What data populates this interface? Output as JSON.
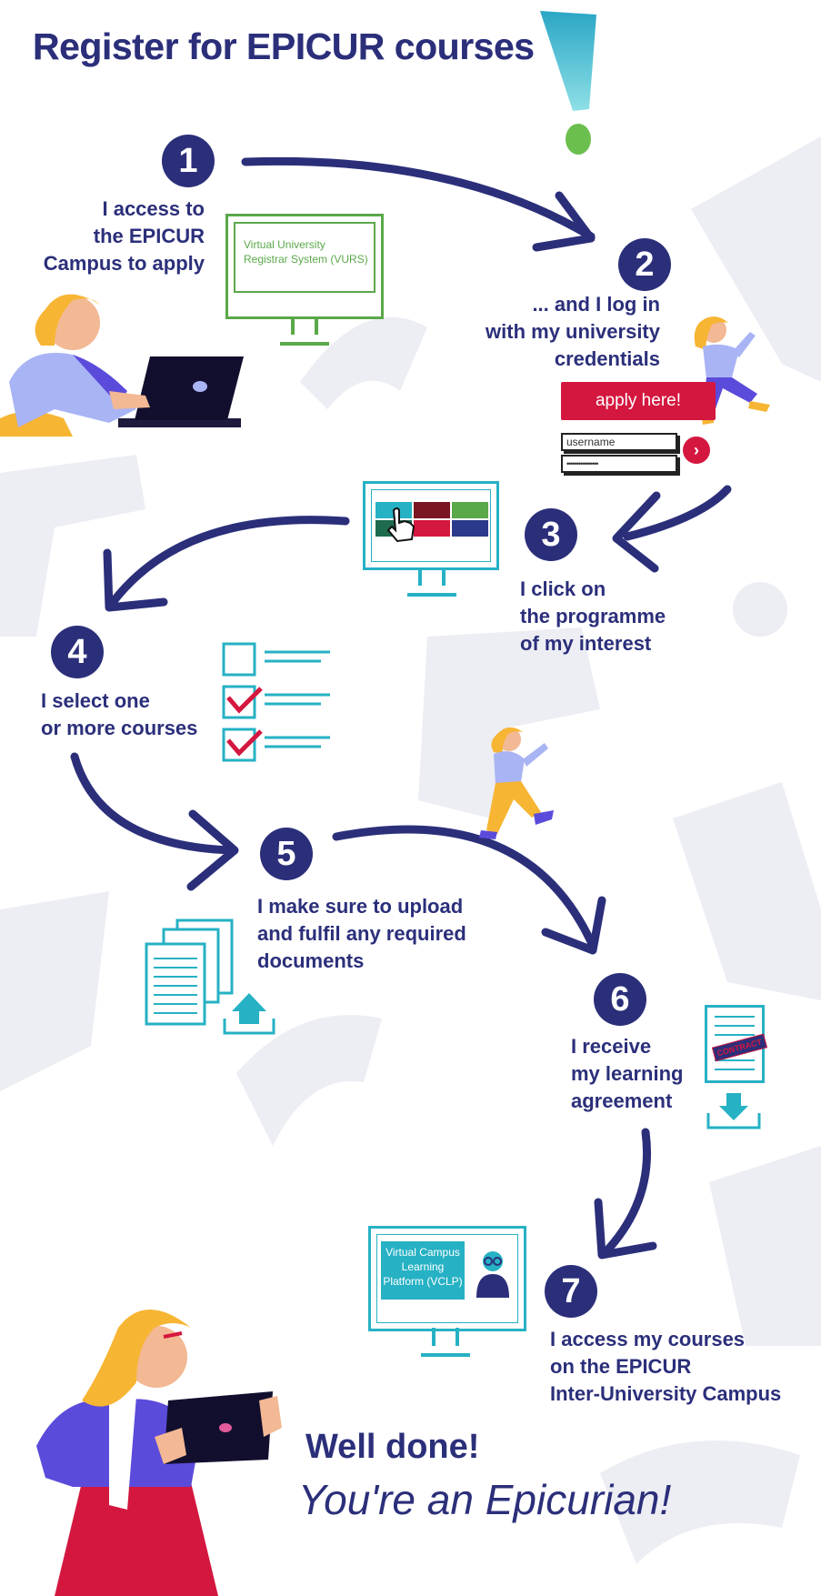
{
  "title": "Register for EPICUR courses",
  "colors": {
    "navy": "#2b2f7a",
    "teal": "#26b1c4",
    "green": "#5aa84a",
    "red": "#d4173f",
    "orange": "#f7b534"
  },
  "steps": [
    {
      "number": "1",
      "text": "I access to\nthe EPICUR\nCampus to apply"
    },
    {
      "number": "2",
      "text": "... and I log in\nwith my university\ncredentials"
    },
    {
      "number": "3",
      "text": "I click on\nthe programme\nof my interest"
    },
    {
      "number": "4",
      "text": "I select one\nor more courses"
    },
    {
      "number": "5",
      "text": "I make sure to upload\nand fulfil any required\ndocuments"
    },
    {
      "number": "6",
      "text": "I receive\nmy learning\nagreement"
    },
    {
      "number": "7",
      "text": "I access my courses\non the EPICUR\nInter-University Campus"
    }
  ],
  "vurs_screen": "Virtual University\nRegistrar System (VURS)",
  "login": {
    "apply_label": "apply here!",
    "username_placeholder": "username",
    "password_mask": "••••••••••••••••",
    "go_icon": "chevron-right-icon"
  },
  "contract_stamp": "CONTRACT",
  "vclp_screen": "Virtual Campus\nLearning\nPlatform (VCLP)",
  "closing": {
    "well_done": "Well done!",
    "tagline": "You're an Epicurian!"
  }
}
